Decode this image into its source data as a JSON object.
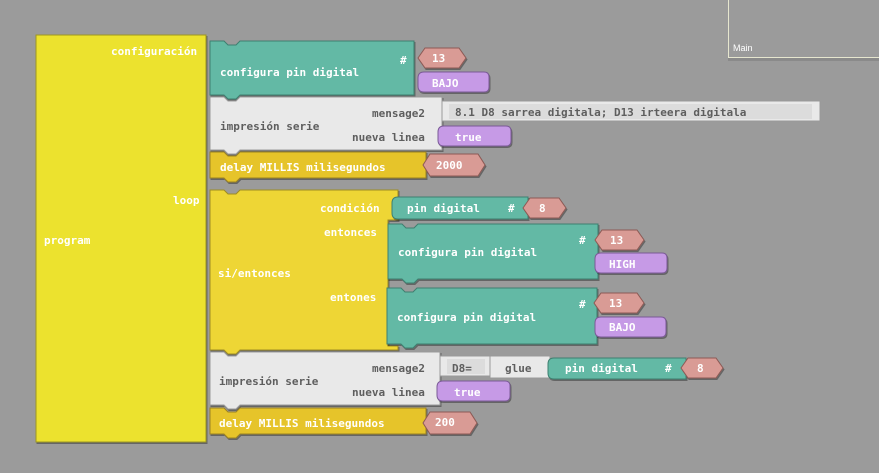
{
  "canvas": {
    "workspace_label": "Main"
  },
  "program": {
    "label": "program",
    "setup_label": "configuración",
    "loop_label": "loop",
    "setup": {
      "pin_mode": {
        "label": "configura pin digital",
        "hash": "#",
        "pin": "13",
        "state": "BAJO"
      },
      "serial_print": {
        "label": "impresión serie",
        "message_label": "mensage2",
        "message": "8.1 D8 sarrea digitala; D13 irteera digitala",
        "newline_label": "nueva linea",
        "newline_value": "true"
      },
      "delay": {
        "label": "delay MILLIS  milisegundos",
        "value": "2000"
      }
    },
    "loop": {
      "if_block": {
        "label": "si/entonces",
        "condition_label": "condición",
        "condition_read": {
          "label": "pin digital",
          "hash": "#",
          "pin": "8"
        },
        "then_label": "entonces",
        "then_block": {
          "label": "configura pin digital",
          "hash": "#",
          "pin": "13",
          "state": "HIGH"
        },
        "else_label": "entones",
        "else_block": {
          "label": "configura pin digital",
          "hash": "#",
          "pin": "13",
          "state": "BAJO"
        }
      },
      "serial_print": {
        "label": "impresión serie",
        "message_label": "mensage2",
        "prefix": "D8=",
        "glue_label": "glue",
        "read": {
          "label": "pin digital",
          "hash": "#",
          "pin": "8"
        },
        "newline_label": "nueva linea",
        "newline_value": "true"
      },
      "delay": {
        "label": "delay MILLIS  milisegundos",
        "value": "200"
      }
    }
  },
  "colors": {
    "background": "#9b9b9b",
    "program_block": "#ece22e",
    "control_block": "#eed634",
    "delay_block": "#e6c42c",
    "pin_block": "#63b9a5",
    "serial_block": "#e9e9e9",
    "number_block": "#d99b95",
    "boolean_block": "#c69ae6"
  }
}
